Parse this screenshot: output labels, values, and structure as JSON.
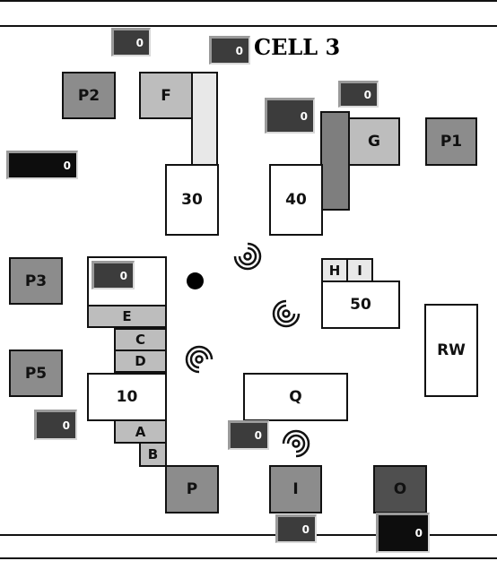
{
  "title": "CELL 3",
  "stations": {
    "P2": "P2",
    "F": "F",
    "G": "G",
    "P1": "P1",
    "s30": "30",
    "s40": "40",
    "P3": "P3",
    "E": "E",
    "H": "H",
    "I_small": "I",
    "s50": "50",
    "C": "C",
    "D": "D",
    "RW": "RW",
    "P5": "P5",
    "s10": "10",
    "Q": "Q",
    "A": "A",
    "B": "B",
    "P": "P",
    "I": "I",
    "O": "O"
  },
  "counters": {
    "c1": "0",
    "c2": "0",
    "c3": "0",
    "c4": "0",
    "c5": "0",
    "c6": "0",
    "c7": "0",
    "c8": "0",
    "c9": "0",
    "c10": "0"
  },
  "colors": {
    "light_gray": "#bdbdbd",
    "mid_gray": "#8c8c8c",
    "dark_gray": "#4f4f4f",
    "counter": "#3c3c3c"
  }
}
